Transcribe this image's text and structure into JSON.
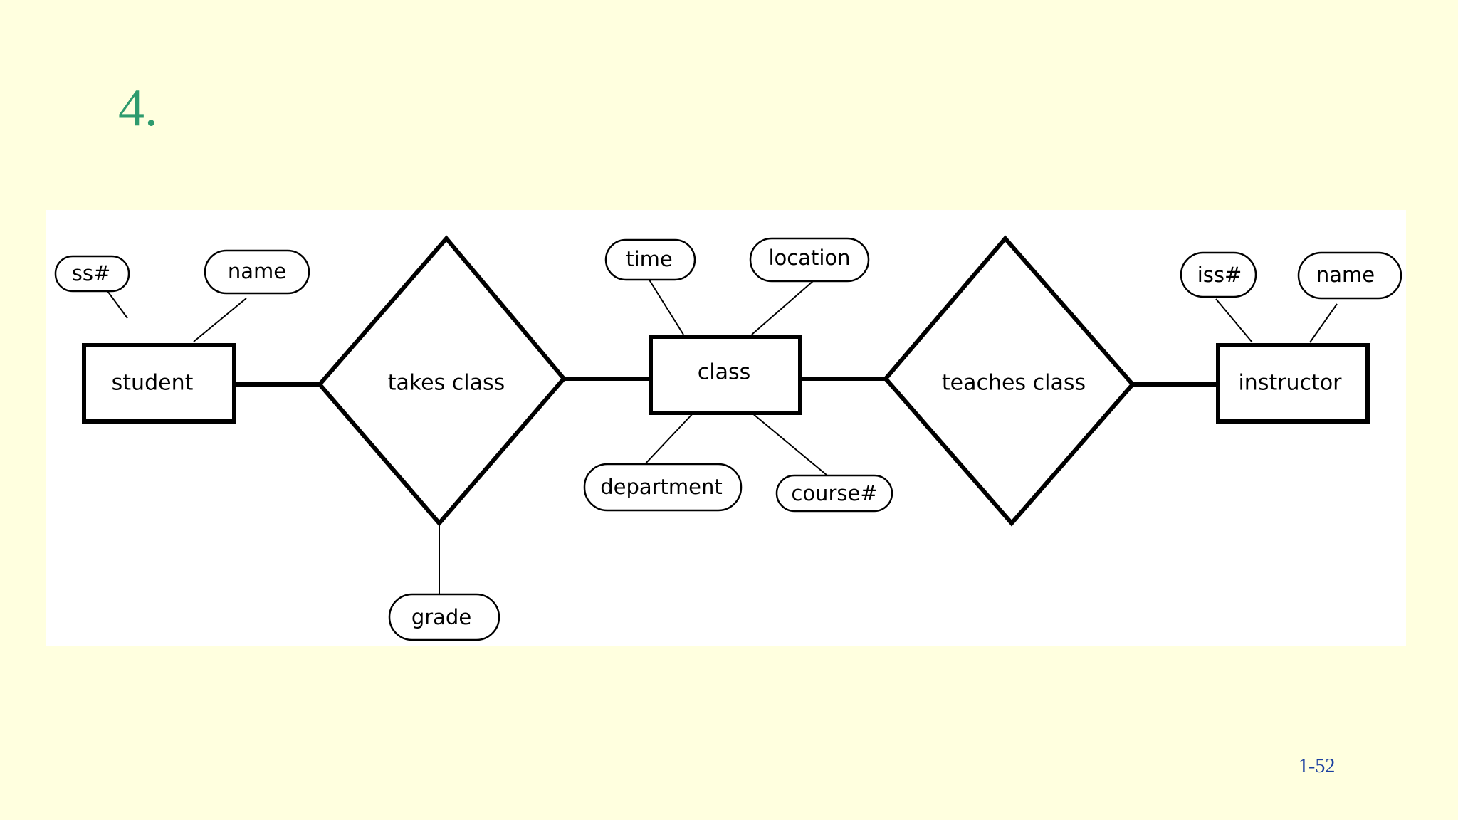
{
  "heading": "4.",
  "page_number": "1-52",
  "diagram": {
    "entities": {
      "student": "student",
      "class": "class",
      "instructor": "instructor"
    },
    "relationships": {
      "takes_class": "takes class",
      "teaches_class": "teaches class"
    },
    "attributes": {
      "student_ss": "ss#",
      "student_name": "name",
      "takes_grade": "grade",
      "class_time": "time",
      "class_location": "location",
      "class_department": "department",
      "class_course": "course#",
      "instructor_iss": "iss#",
      "instructor_name": "name"
    }
  }
}
